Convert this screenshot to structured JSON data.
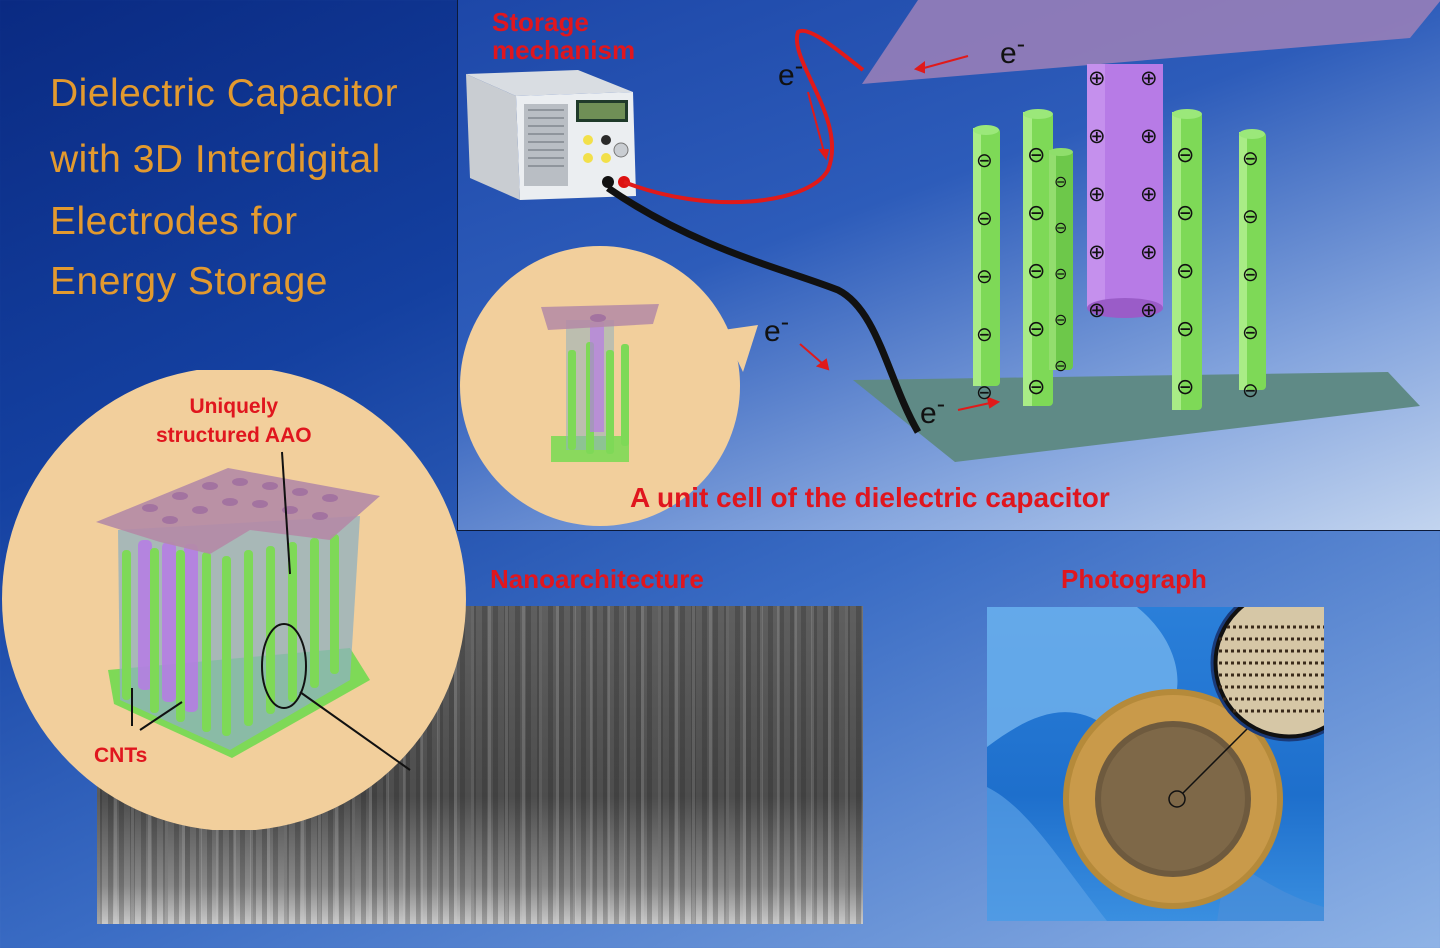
{
  "title": {
    "line1": "Dielectric Capacitor",
    "line2": "with 3D Interdigital",
    "line3": "Electrodes for",
    "line4": "Energy Storage"
  },
  "labels": {
    "storage_mechanism_1": "Storage",
    "storage_mechanism_2": "mechanism",
    "unit_cell": "A unit cell of the dielectric capacitor",
    "nanoarchitecture": "Nanoarchitecture",
    "photograph": "Photograph",
    "aao_1": "Uniquely",
    "aao_2": "structured AAO",
    "cnts": "CNTs",
    "electron": "e",
    "electron_sup": "-"
  },
  "symbols": {
    "negative": "⊖",
    "positive": "⊕"
  },
  "colors": {
    "title_orange": "#e39a2f",
    "label_red": "#e0161e",
    "cnt_green": "#7ed957",
    "aao_purple": "#b77be6",
    "electrode_plate_top": "#9a7fb8",
    "electrode_plate_bottom": "#5f8a86",
    "circle_fill": "#f2cf9c"
  }
}
